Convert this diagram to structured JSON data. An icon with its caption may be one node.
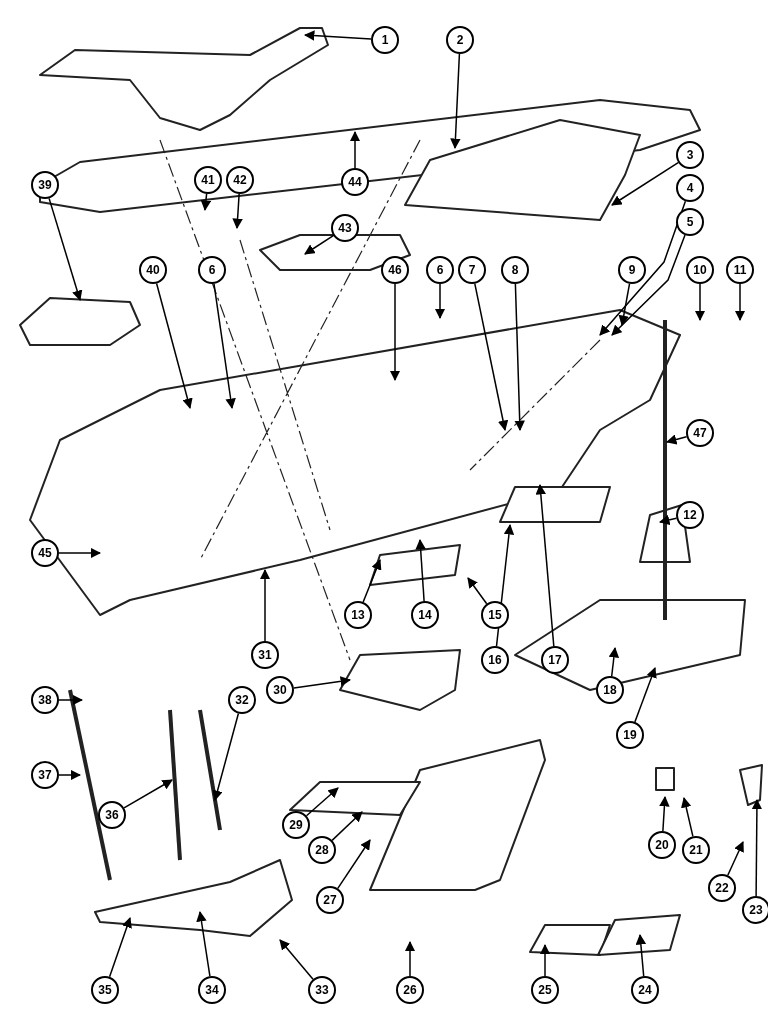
{
  "diagram": {
    "nodes": [
      {
        "text": [
          "1"
        ]
      },
      {
        "text": [
          "2"
        ]
      },
      {
        "text": [
          "3"
        ]
      },
      {
        "text": [
          "44"
        ]
      },
      {
        "text": [
          "41"
        ]
      },
      {
        "text": [
          "42"
        ]
      },
      {
        "text": [
          "43"
        ]
      },
      {
        "text": [
          "39"
        ]
      },
      {
        "text": [
          "4"
        ]
      },
      {
        "text": [
          "5"
        ]
      },
      {
        "text": [
          "6"
        ]
      },
      {
        "text": [
          "40"
        ]
      },
      {
        "text": [
          "46"
        ]
      },
      {
        "text": [
          "6"
        ]
      },
      {
        "text": [
          "7"
        ]
      },
      {
        "text": [
          "8"
        ]
      },
      {
        "text": [
          "9"
        ]
      },
      {
        "text": [
          "10"
        ]
      },
      {
        "text": [
          "11"
        ]
      },
      {
        "text": [
          "47"
        ]
      },
      {
        "text": [
          "12"
        ]
      },
      {
        "text": [
          "45"
        ]
      },
      {
        "text": [
          "13"
        ]
      },
      {
        "text": [
          "14"
        ]
      },
      {
        "text": [
          "15"
        ]
      },
      {
        "text": [
          "16"
        ]
      },
      {
        "text": [
          "17"
        ]
      },
      {
        "text": [
          "18"
        ]
      },
      {
        "text": [
          "31"
        ]
      },
      {
        "text": [
          "30"
        ]
      },
      {
        "text": [
          "32"
        ]
      },
      {
        "text": [
          "38"
        ]
      },
      {
        "text": [
          "19"
        ]
      },
      {
        "text": [
          "37"
        ]
      },
      {
        "text": [
          "20"
        ]
      },
      {
        "text": [
          "21"
        ]
      },
      {
        "text": [
          "36"
        ]
      },
      {
        "text": [
          "29"
        ]
      },
      {
        "text": [
          "22"
        ]
      },
      {
        "text": [
          "28"
        ]
      },
      {
        "text": [
          "23"
        ]
      },
      {
        "text": [
          "27"
        ]
      },
      {
        "text": [
          "35"
        ]
      },
      {
        "text": [
          "34"
        ]
      },
      {
        "text": [
          "33"
        ]
      },
      {
        "text": [
          "26"
        ]
      },
      {
        "text": [
          "25"
        ]
      },
      {
        "text": [
          "24"
        ]
      }
    ],
    "edges": [
      {
        "from": 0,
        "to": null,
        "arrow": "to"
      },
      {
        "from": 1,
        "to": null,
        "arrow": "to"
      },
      {
        "from": 2,
        "to": null,
        "arrow": "to"
      },
      {
        "from": 3,
        "to": null,
        "arrow": "to"
      },
      {
        "from": 4,
        "to": null,
        "arrow": "to"
      },
      {
        "from": 5,
        "to": null,
        "arrow": "to"
      },
      {
        "from": 6,
        "to": null,
        "arrow": "to"
      },
      {
        "from": 7,
        "to": null,
        "arrow": "to"
      },
      {
        "from": 8,
        "to": null,
        "arrow": "to"
      },
      {
        "from": 9,
        "to": null,
        "arrow": "to"
      },
      {
        "from": 10,
        "to": null,
        "arrow": "to"
      },
      {
        "from": 11,
        "to": null,
        "arrow": "to"
      },
      {
        "from": 12,
        "to": null,
        "arrow": "to"
      },
      {
        "from": 13,
        "to": null,
        "arrow": "to"
      },
      {
        "from": 14,
        "to": null,
        "arrow": "to"
      },
      {
        "from": 15,
        "to": null,
        "arrow": "to"
      },
      {
        "from": 16,
        "to": null,
        "arrow": "to"
      },
      {
        "from": 17,
        "to": null,
        "arrow": "to"
      },
      {
        "from": 18,
        "to": null,
        "arrow": "to"
      },
      {
        "from": 19,
        "to": null,
        "arrow": "to"
      },
      {
        "from": 20,
        "to": null,
        "arrow": "to"
      },
      {
        "from": 21,
        "to": null,
        "arrow": "to"
      },
      {
        "from": 22,
        "to": null,
        "arrow": "to"
      },
      {
        "from": 23,
        "to": null,
        "arrow": "to"
      },
      {
        "from": 24,
        "to": null,
        "arrow": "to"
      },
      {
        "from": 25,
        "to": null,
        "arrow": "to"
      },
      {
        "from": 26,
        "to": null,
        "arrow": "to"
      },
      {
        "from": 27,
        "to": null,
        "arrow": "to"
      },
      {
        "from": 28,
        "to": null,
        "arrow": "to"
      },
      {
        "from": 29,
        "to": null,
        "arrow": "to"
      },
      {
        "from": 30,
        "to": null,
        "arrow": "to"
      },
      {
        "from": 31,
        "to": null,
        "arrow": "to"
      },
      {
        "from": 32,
        "to": null,
        "arrow": "to"
      },
      {
        "from": 33,
        "to": null,
        "arrow": "to"
      },
      {
        "from": 34,
        "to": null,
        "arrow": "to"
      },
      {
        "from": 35,
        "to": null,
        "arrow": "to"
      },
      {
        "from": 36,
        "to": null,
        "arrow": "to"
      },
      {
        "from": 37,
        "to": null,
        "arrow": "to"
      },
      {
        "from": 38,
        "to": null,
        "arrow": "to"
      },
      {
        "from": 39,
        "to": null,
        "arrow": "to"
      },
      {
        "from": 40,
        "to": null,
        "arrow": "to"
      },
      {
        "from": 41,
        "to": null,
        "arrow": "to"
      },
      {
        "from": 42,
        "to": null,
        "arrow": "to"
      },
      {
        "from": 43,
        "to": null,
        "arrow": "to"
      },
      {
        "from": 44,
        "to": null,
        "arrow": "to"
      },
      {
        "from": 45,
        "to": null,
        "arrow": "to"
      },
      {
        "from": 46,
        "to": null,
        "arrow": "to"
      },
      {
        "from": 47,
        "to": null,
        "arrow": "to"
      }
    ]
  }
}
